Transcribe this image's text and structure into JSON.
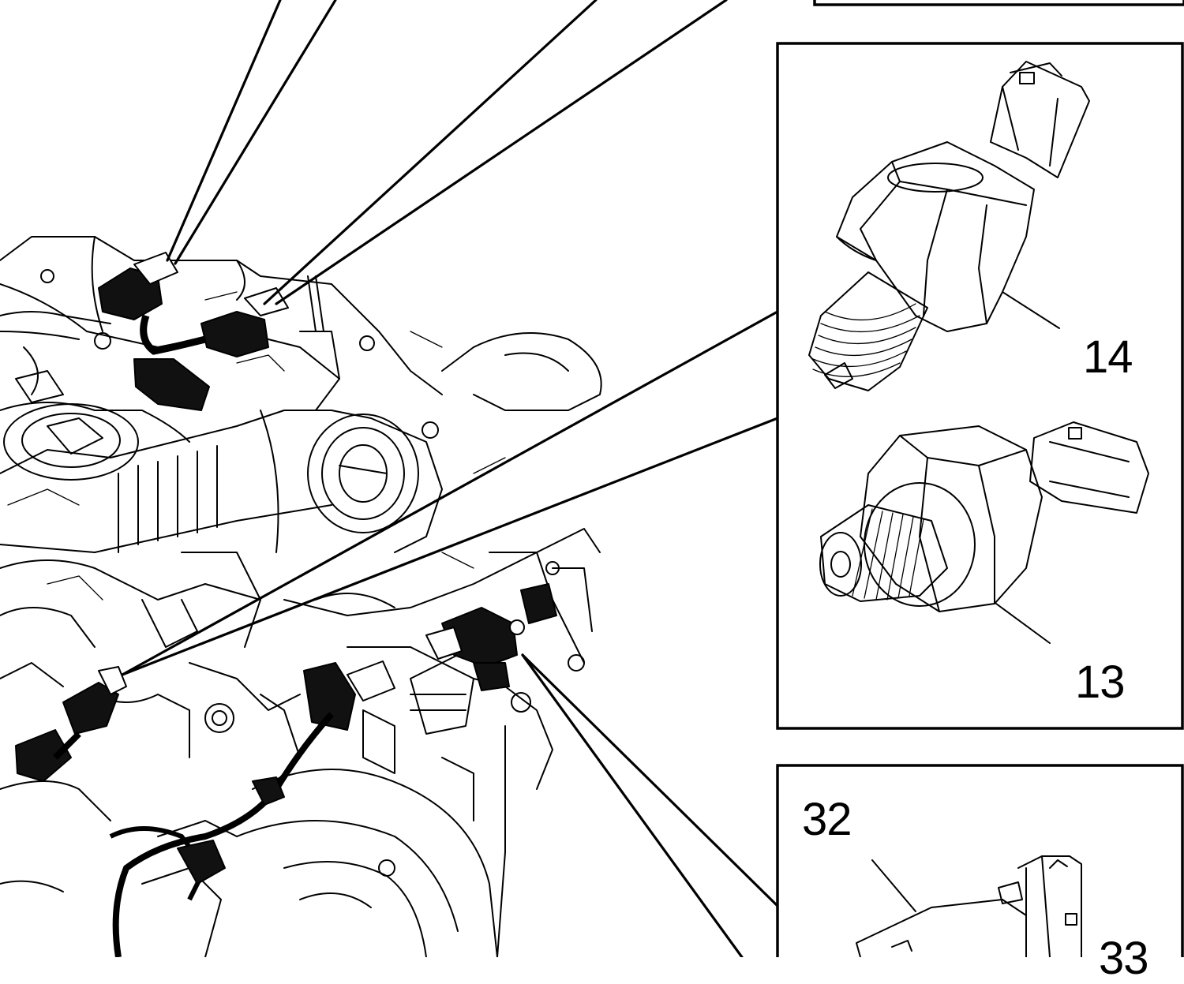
{
  "callouts": {
    "part_14": "14",
    "part_13": "13",
    "part_32": "32",
    "part_33_partial": "33"
  },
  "colors": {
    "ink": "#000000",
    "paper": "#ffffff"
  }
}
